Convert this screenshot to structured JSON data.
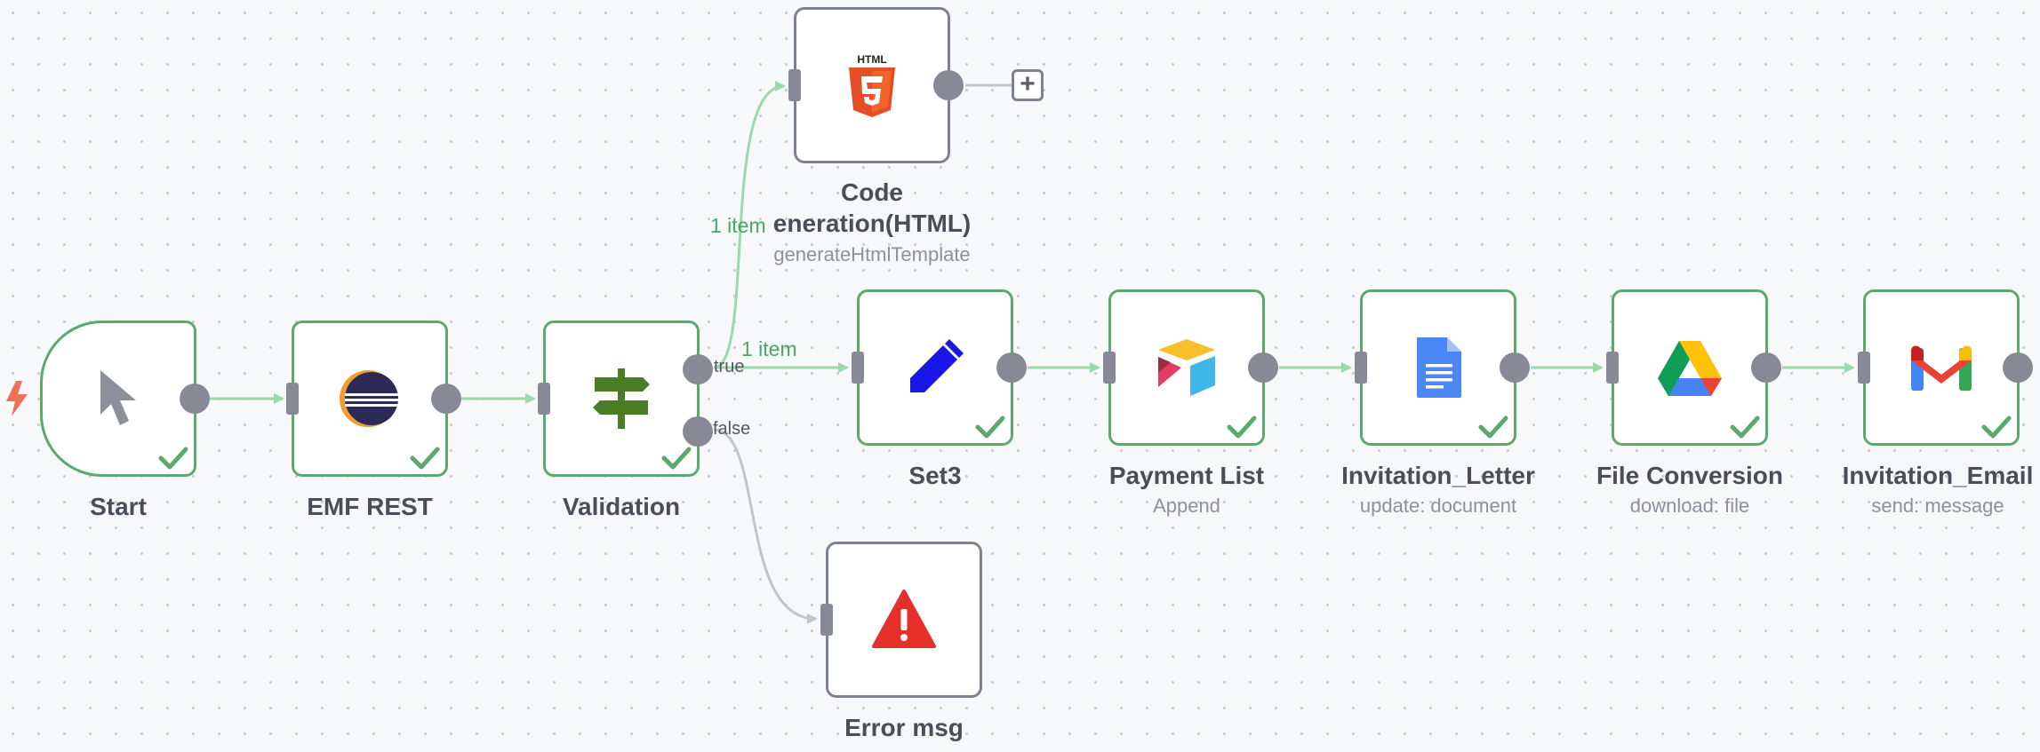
{
  "workflow": {
    "nodes": {
      "start": {
        "name": "Start",
        "icon": "cursor-icon"
      },
      "emf": {
        "name": "EMF REST",
        "icon": "eclipse-icon"
      },
      "validation": {
        "name": "Validation",
        "icon": "signpost-icon",
        "branch_true": "true",
        "branch_false": "false"
      },
      "codegen": {
        "name_line1": "Code",
        "name_line2": "eneration(HTML)",
        "subtitle": "generateHtmlTemplate",
        "icon": "html5-icon"
      },
      "set3": {
        "name": "Set3",
        "icon": "pencil-icon"
      },
      "payment": {
        "name": "Payment List",
        "subtitle": "Append",
        "icon": "airtable-icon"
      },
      "letter": {
        "name": "Invitation_Letter",
        "subtitle": "update: document",
        "icon": "google-docs-icon"
      },
      "conversion": {
        "name": "File Conversion",
        "subtitle": "download: file",
        "icon": "google-drive-icon"
      },
      "email": {
        "name": "Invitation_Email",
        "subtitle": "send: message",
        "icon": "gmail-icon"
      },
      "error": {
        "name": "Error msg",
        "icon": "warning-icon"
      }
    },
    "connections": {
      "top_item_count": "1 item",
      "mid_item_count": "1 item"
    },
    "add_button": "+",
    "colors": {
      "success": "#5aa96e",
      "connector_success": "#9ad9ae",
      "connector_idle": "#c2c5cc",
      "port": "#878a96",
      "canvas_bg": "#f7f8fa"
    }
  }
}
